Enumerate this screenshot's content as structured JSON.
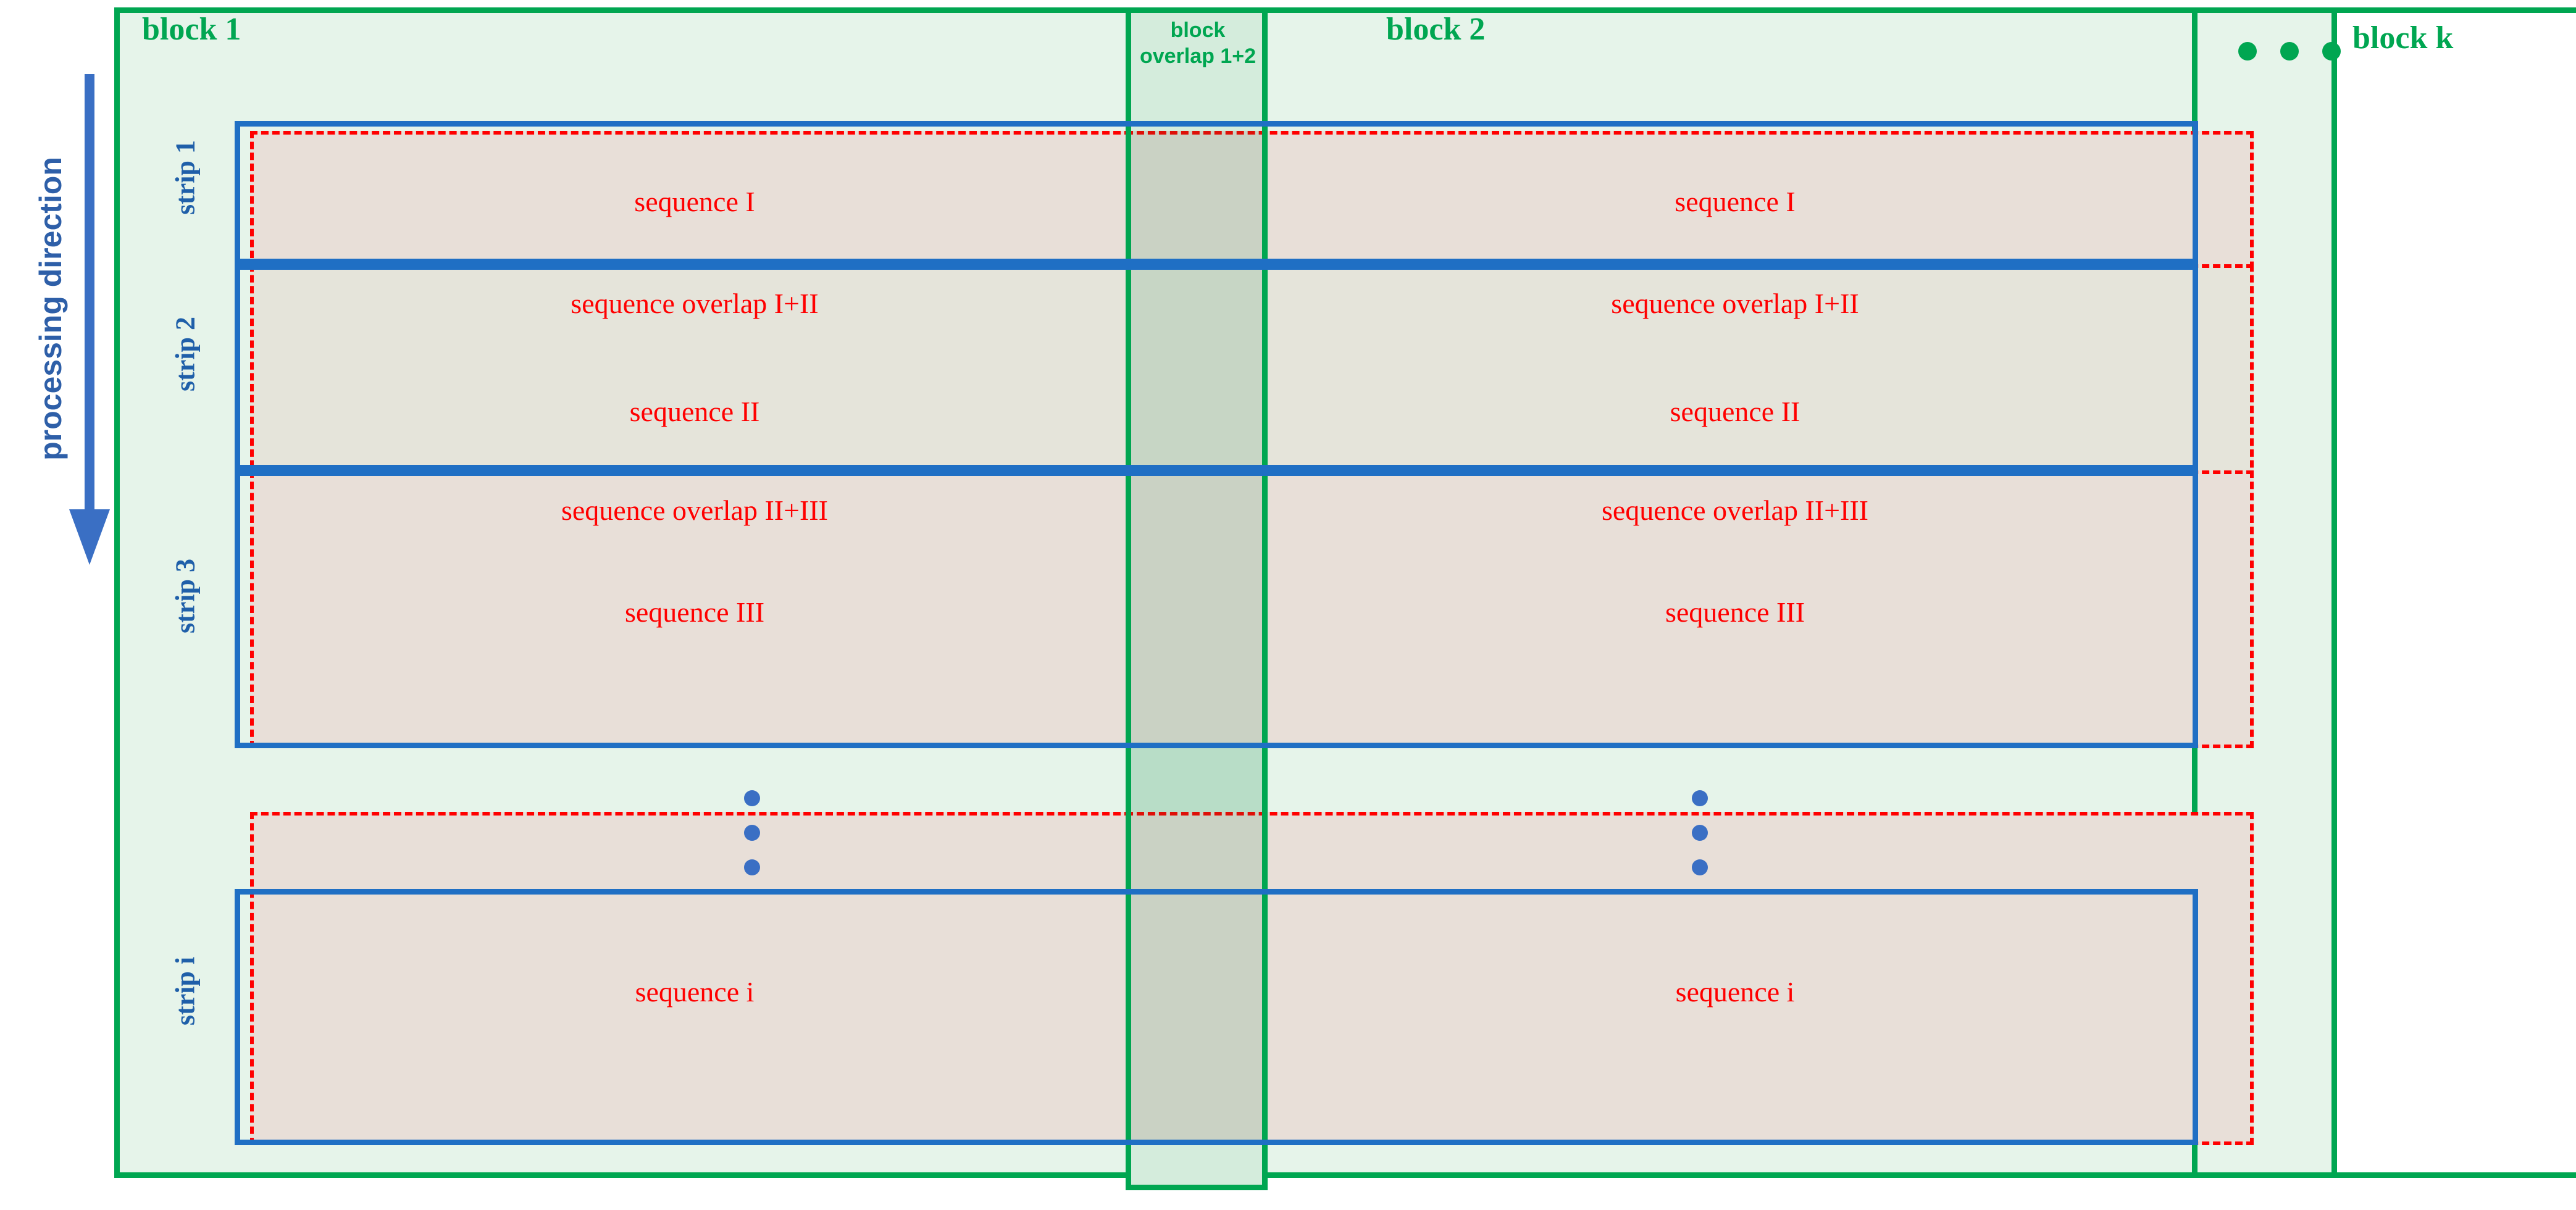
{
  "axis": {
    "processing_direction_label": "processing direction"
  },
  "blocks": [
    {
      "id": "block-1",
      "label": "block 1"
    },
    {
      "id": "block-overlap-1-2",
      "label": "block\noverlap 1+2",
      "line1": "block",
      "line2": "overlap 1+2"
    },
    {
      "id": "block-2",
      "label": "block 2"
    },
    {
      "id": "block-k",
      "label": "block k"
    }
  ],
  "strips": [
    {
      "id": "strip-1",
      "label": "strip 1"
    },
    {
      "id": "strip-2",
      "label": "strip 2"
    },
    {
      "id": "strip-3",
      "label": "strip 3"
    },
    {
      "id": "strip-i",
      "label": "strip i"
    }
  ],
  "sequences": {
    "block1": [
      {
        "id": "sequence-I",
        "label": "sequence I"
      },
      {
        "id": "sequence-II",
        "label": "sequence II"
      },
      {
        "id": "sequence-III",
        "label": "sequence III"
      },
      {
        "id": "sequence-i",
        "label": "sequence i"
      }
    ],
    "block2": [
      {
        "id": "sequence-I",
        "label": "sequence I"
      },
      {
        "id": "sequence-II",
        "label": "sequence II"
      },
      {
        "id": "sequence-III",
        "label": "sequence III"
      },
      {
        "id": "sequence-i",
        "label": "sequence i"
      }
    ]
  },
  "sequence_overlaps": {
    "block1": [
      {
        "id": "sequence-overlap-I-II",
        "label": "sequence overlap I+II"
      },
      {
        "id": "sequence-overlap-II-III",
        "label": "sequence overlap II+III"
      }
    ],
    "block2": [
      {
        "id": "sequence-overlap-I-II",
        "label": "sequence overlap I+II"
      },
      {
        "id": "sequence-overlap-II-III",
        "label": "sequence overlap II+III"
      }
    ]
  },
  "ellipsis": {
    "block_k_dots_count": 3,
    "strip_dots_count": 3
  },
  "colors": {
    "block_green": "#00a651",
    "block_fill": "#e6f4ea",
    "block_overlap_fill": "#d4ecdc",
    "strip_blue": "#1f6fc4",
    "sequence_red": "#ff0000",
    "sequence_fill_odd": "#e8dfd8",
    "sequence_fill_even": "#e5e4da",
    "sequence_overlap_fill": "#eed8d3",
    "arrow_blue": "#3a6fc4",
    "strip_label_blue": "#1f5fa9"
  }
}
